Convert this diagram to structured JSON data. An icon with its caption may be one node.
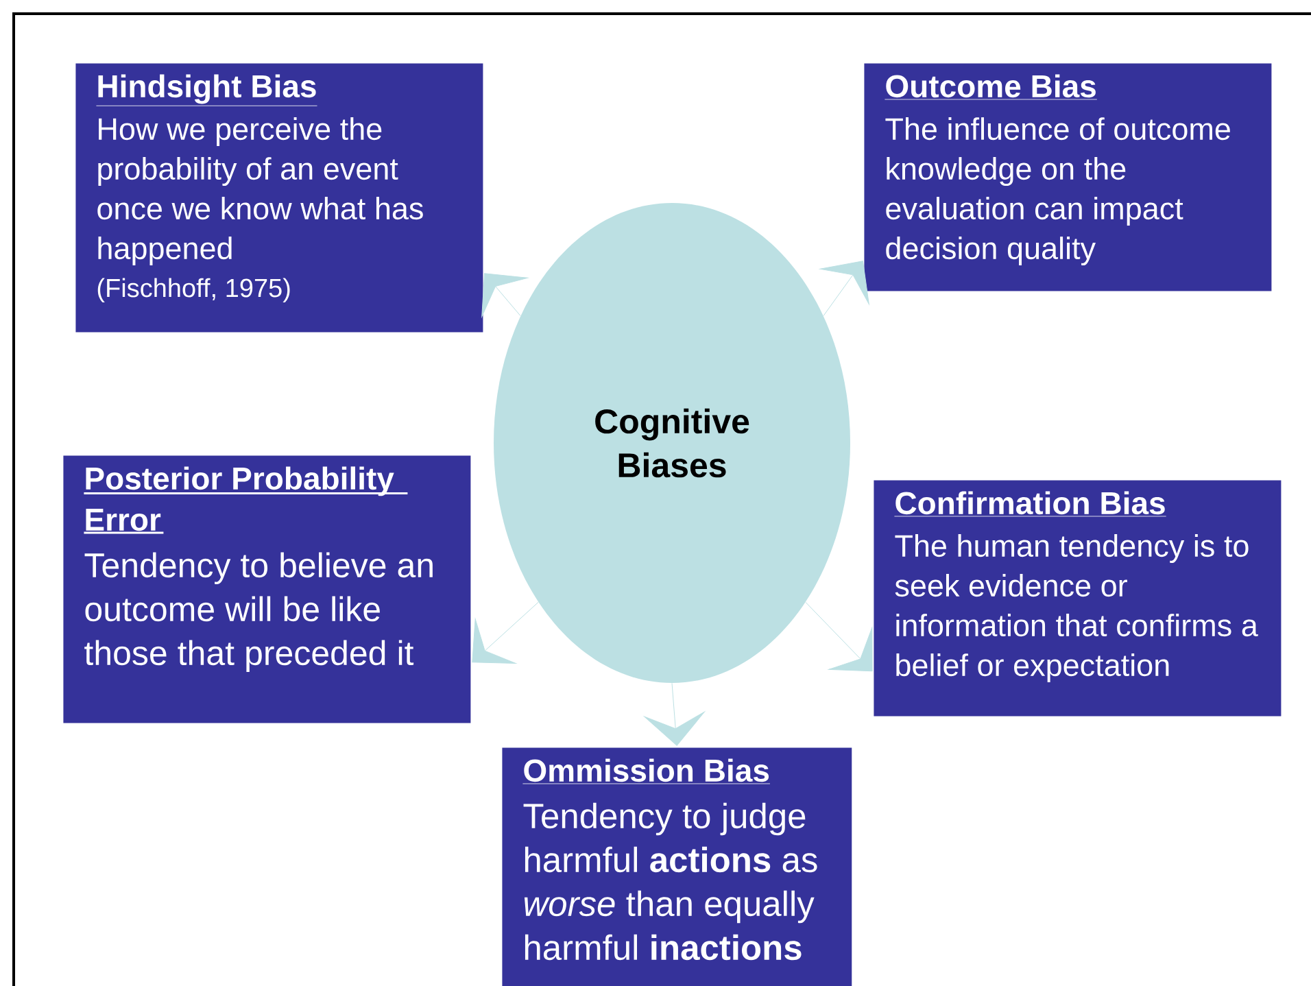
{
  "diagram": {
    "nodes": [
      {
        "text": [
          "Cognitive Biases"
        ]
      },
      {
        "text": [
          "Hindsight Bias",
          "How we perceive the probability of an event once we know what has happened",
          "(Fischhoff, 1975)"
        ]
      },
      {
        "text": [
          "Outcome Bias",
          "The influence of outcome knowledge on the evaluation can impact decision quality"
        ]
      },
      {
        "text": [
          "Posterior Probability Error",
          "Tendency to believe an outcome will be like those that preceded it"
        ]
      },
      {
        "text": [
          "Confirmation Bias",
          "The human tendency is to seek evidence or information that confirms a belief or expectation"
        ]
      },
      {
        "text": [
          "Ommission Bias",
          "Tendency to judge harmful **actions** as *worse* than equally harmful **inactions**"
        ]
      }
    ],
    "edges": [
      {
        "from": 0,
        "to": 1,
        "arrow": "to"
      },
      {
        "from": 0,
        "to": 2,
        "arrow": "to"
      },
      {
        "from": 0,
        "to": 3,
        "arrow": "to"
      },
      {
        "from": 0,
        "to": 4,
        "arrow": "to"
      },
      {
        "from": 0,
        "to": 5,
        "arrow": "to"
      }
    ]
  }
}
